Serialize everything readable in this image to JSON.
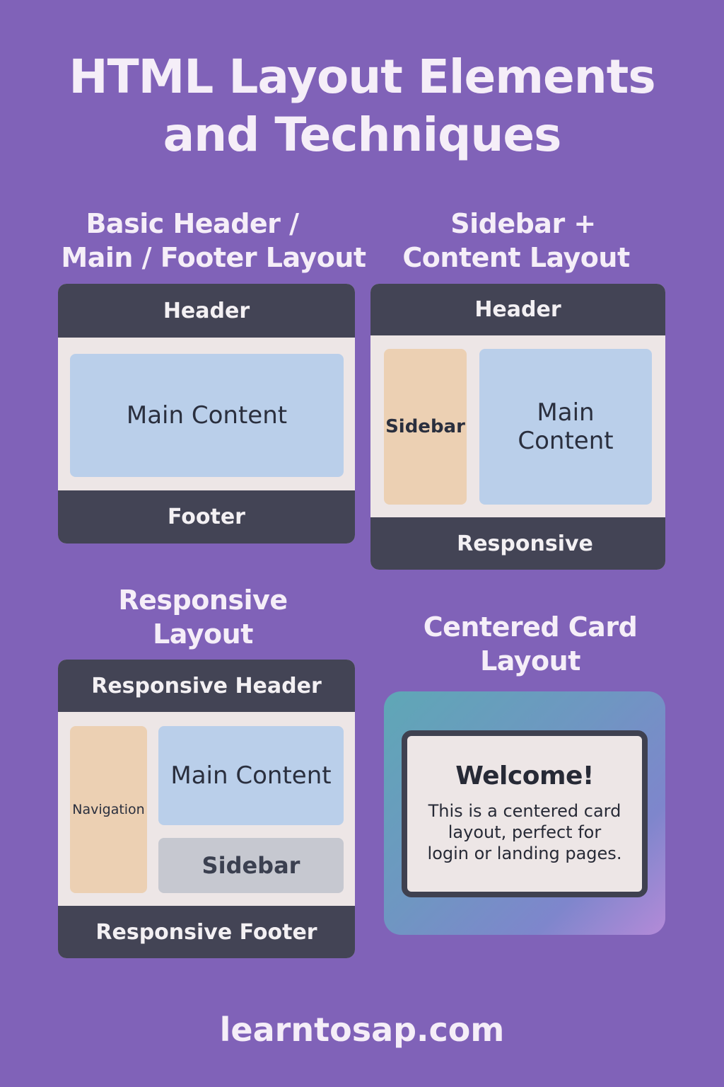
{
  "title_line1": "HTML Layout Elements",
  "title_line2": "and Techniques",
  "basic": {
    "title_line1": "Basic Header /",
    "title_line2": "Main / Footer Layout",
    "header": "Header",
    "main": "Main Content",
    "footer": "Footer"
  },
  "sidebar_layout": {
    "title_line1": "Sidebar +",
    "title_line2": "Content Layout",
    "header": "Header",
    "sidebar": "Sidebar",
    "main_line1": "Main",
    "main_line2": "Content",
    "footer": "Responsive"
  },
  "responsive": {
    "title_line1": "Responsive",
    "title_line2": "Layout",
    "header": "Responsive Header",
    "navigation": "Navigation",
    "main": "Main Content",
    "sidebar": "Sidebar",
    "footer": "Responsive Footer"
  },
  "card_layout": {
    "title_line1": "Centered Card",
    "title_line2": "Layout",
    "heading": "Welcome!",
    "text_line1": "This is a centered card",
    "text_line2": "layout, perfect for",
    "text_line3": "login or landing pages."
  },
  "site": "learntosap.com",
  "colors": {
    "background": "#8062b8",
    "bar": "#434455",
    "panel": "#ede6e6",
    "blue_box": "#bacfea",
    "tan_box": "#ecd0b3",
    "gray_box": "#c6c8d0"
  }
}
